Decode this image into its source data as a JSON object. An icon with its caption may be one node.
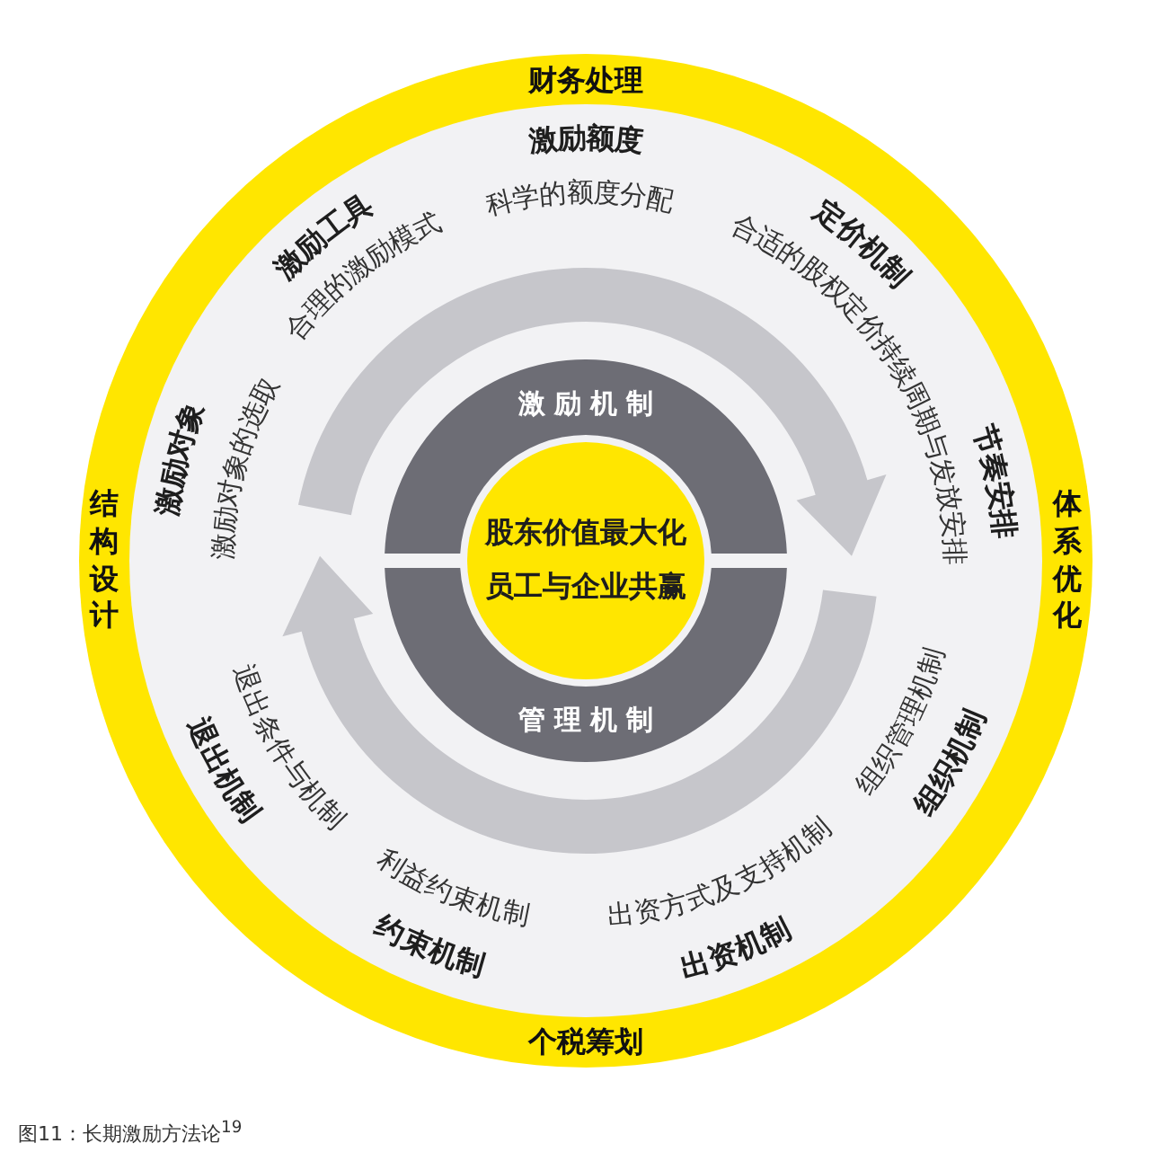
{
  "diagram": {
    "caption": "图11：长期激励方法论$^{19}$",
    "nodes": [
      {
        "text": [
          "财务处理",
          "体系优化",
          "个税筹划",
          "结构设计"
        ]
      },
      {
        "text": [
          "激励额度",
          "科学的额度分配",
          "定价机制",
          "合适的股权定价持续周期与发放安排",
          "节奏安排",
          "组织机制",
          "组织管理机制",
          "出资机制",
          "出资方式及支持机制",
          "约束机制",
          "利益约束机制",
          "退出机制",
          "退出条件与机制",
          "激励对象",
          "激励对象的选取",
          "激励工具",
          "合理的激励模式"
        ],
        "in": 0
      },
      {
        "text": [
          "激励机制"
        ],
        "in": 1
      },
      {
        "text": [
          "管理机制"
        ],
        "in": 1
      },
      {
        "text": [
          "股东价值最大化",
          "员工与企业共赢"
        ],
        "in": 1
      }
    ],
    "edges": [
      {
        "from": 2,
        "to": 3,
        "arrow": "to"
      },
      {
        "from": 3,
        "to": 2,
        "arrow": "to"
      }
    ]
  }
}
